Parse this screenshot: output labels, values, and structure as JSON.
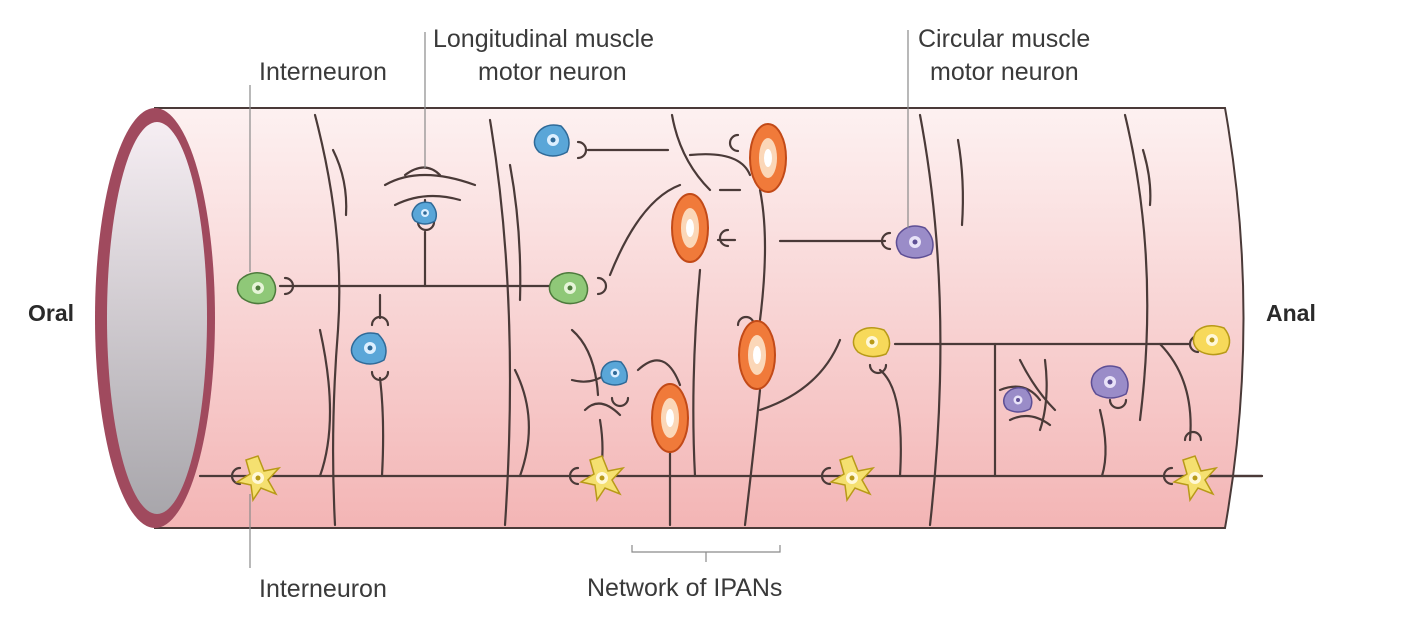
{
  "labels": {
    "oral": "Oral",
    "anal": "Anal",
    "interneuron_top": "Interneuron",
    "interneuron_bottom": "Interneuron",
    "longitudinal_line1": "Longitudinal muscle",
    "longitudinal_line2": "motor neuron",
    "circular_line1": "Circular muscle",
    "circular_line2": "motor neuron",
    "ipans": "Network of IPANs"
  },
  "colors": {
    "tube_top": "#fdf0f0",
    "tube_bottom": "#f2b6b6",
    "rim": "#a04a5e",
    "lumen": "#d9d0d6",
    "nerve": "#4a3a38",
    "interneuron_green": "#8fc878",
    "longitudinal_blue": "#5aa6d8",
    "circular_purple": "#9a8cc8",
    "ipan_orange": "#f07a3a",
    "interneuron_yellow": "#f5e070",
    "yellow_neuron": "#f7d95a"
  }
}
